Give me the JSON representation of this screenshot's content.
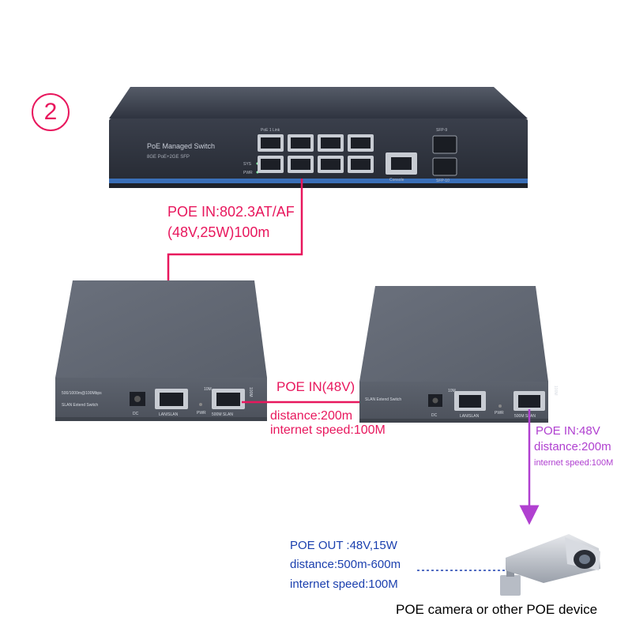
{
  "step": {
    "number": "2"
  },
  "switch": {
    "title": "PoE Managed Switch",
    "subtitle": "8GE PoE+2GE SFP",
    "port_header": "PoE  1  Link",
    "sys_label": "SYS",
    "pwr_label": "PWR",
    "console_label": "Console",
    "sfp_label": "SFP-9",
    "sfp_label_bottom": "SFP-10"
  },
  "extender": {
    "left_text_top": "500/1000m@100Mbps",
    "left_text_bottom": "SLAN Extend Switch",
    "right_text": "SLAN Extend Switch",
    "dc_label": "DC",
    "lan_label": "LAN/SLAN",
    "pwr_label": "PWR",
    "out_label": "500M SLAN",
    "tenm_label": "10M",
    "hundredm_label": "100M"
  },
  "annotations": {
    "poe_in_line1": "POE IN:802.3AT/AF",
    "poe_in_line2": "(48V,25W)100m",
    "poe_in_48v": "POE IN(48V)",
    "distance_200m": "distance:200m",
    "speed_100m": "internet speed:100M",
    "poe_in_48v_right": "POE IN:48V",
    "distance_200m_right": "distance:200m",
    "speed_100m_right": "internet speed:100M",
    "poe_out": "POE OUT :48V,15W",
    "distance_out": "distance:500m-600m",
    "speed_out": "internet speed:100M",
    "camera_caption": "POE camera or other POE device"
  },
  "colors": {
    "pink": "#e8175d",
    "purple": "#b040d0",
    "blue": "#1a3fae",
    "device_gray": "#5f6470",
    "switch_dark": "#3b4150"
  }
}
